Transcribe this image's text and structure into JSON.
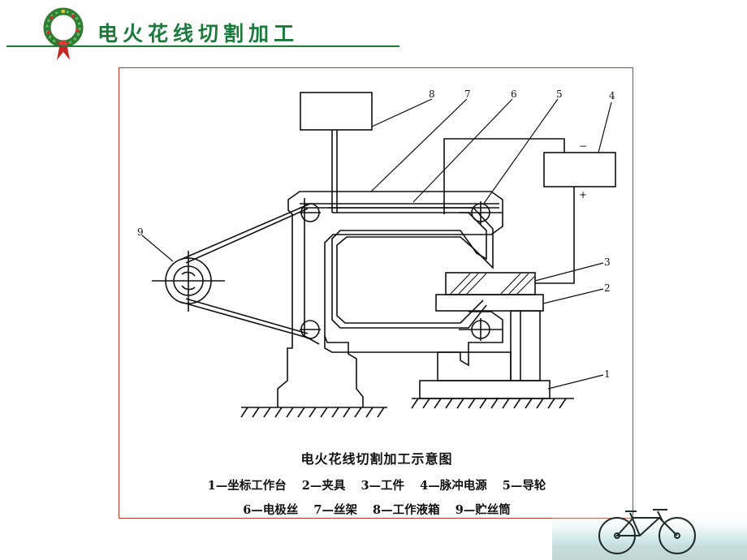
{
  "header": {
    "title": "电火花线切割加工"
  },
  "figure": {
    "caption_title": "电火花线切割加工示意图",
    "legend_row1": [
      "1—坐标工作台",
      "2—夹具",
      "3—工件",
      "4—脉冲电源",
      "5—导轮"
    ],
    "legend_row2": [
      "6—电极丝",
      "7—丝架",
      "8—工作液箱",
      "9—贮丝筒"
    ],
    "callouts": [
      "1",
      "2",
      "3",
      "4",
      "5",
      "6",
      "7",
      "8",
      "9"
    ],
    "polarity_minus": "−",
    "polarity_plus": "+"
  },
  "colors": {
    "title_green": "#1a7a3c",
    "frame_red": "#c0392b",
    "line": "#111111"
  },
  "icons": [
    "wreath-icon",
    "bicycle-icon"
  ]
}
